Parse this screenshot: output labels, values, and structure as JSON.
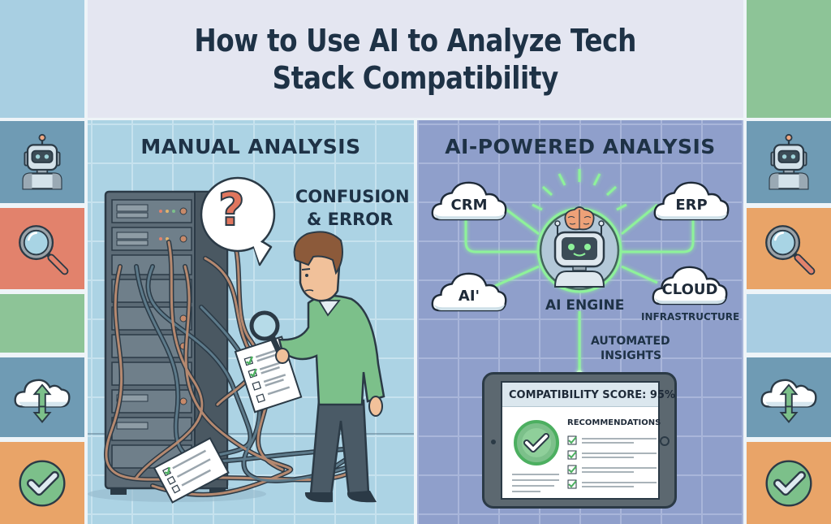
{
  "title": {
    "line1": "How to Use AI to Analyze Tech",
    "line2": "Stack Compatibility"
  },
  "left_panel": {
    "heading": "MANUAL ANALYSIS",
    "callout_line1": "CONFUSION",
    "callout_line2": "& ERROR",
    "speech_bubble_symbol": "?"
  },
  "right_panel": {
    "heading": "AI-POWERED ANALYSIS",
    "clouds": [
      {
        "label": "CRM"
      },
      {
        "label": "ERP"
      },
      {
        "label": "AI'"
      },
      {
        "label": "CLOUD",
        "sublabel": "INFRASTRUCTURE"
      }
    ],
    "engine_label": "AI ENGINE",
    "insights_line1": "AUTOMATED",
    "insights_line2": "INSIGHTS",
    "tablet": {
      "score_text": "COMPATIBILITY SCORE: 95%",
      "recommendations_heading": "RECOMMENDATIONS",
      "recommendation_count": 4
    }
  },
  "side_tiles": {
    "left": [
      {
        "icon": "robot-icon",
        "color": "#6f9bb4"
      },
      {
        "icon": "magnifier-icon",
        "color": "#e2826c"
      },
      {
        "icon": "none",
        "color": "#8dc497"
      },
      {
        "icon": "cloud-sync-icon",
        "color": "#6f9bb4"
      },
      {
        "icon": "check-circle-icon",
        "color": "#e9a468"
      }
    ],
    "right": [
      {
        "icon": "robot-icon",
        "color": "#6f9bb4"
      },
      {
        "icon": "magnifier-icon",
        "color": "#e9a468"
      },
      {
        "icon": "none",
        "color": "#a8cde2"
      },
      {
        "icon": "cloud-sync-icon",
        "color": "#6f9bb4"
      },
      {
        "icon": "check-circle-icon",
        "color": "#e9a468"
      }
    ],
    "top_left_color": "#a8cfe2",
    "top_right_color": "#8dc497"
  },
  "colors": {
    "title_text": "#1e3246",
    "glow_green": "#7ef08a",
    "check_green": "#4caf60"
  }
}
